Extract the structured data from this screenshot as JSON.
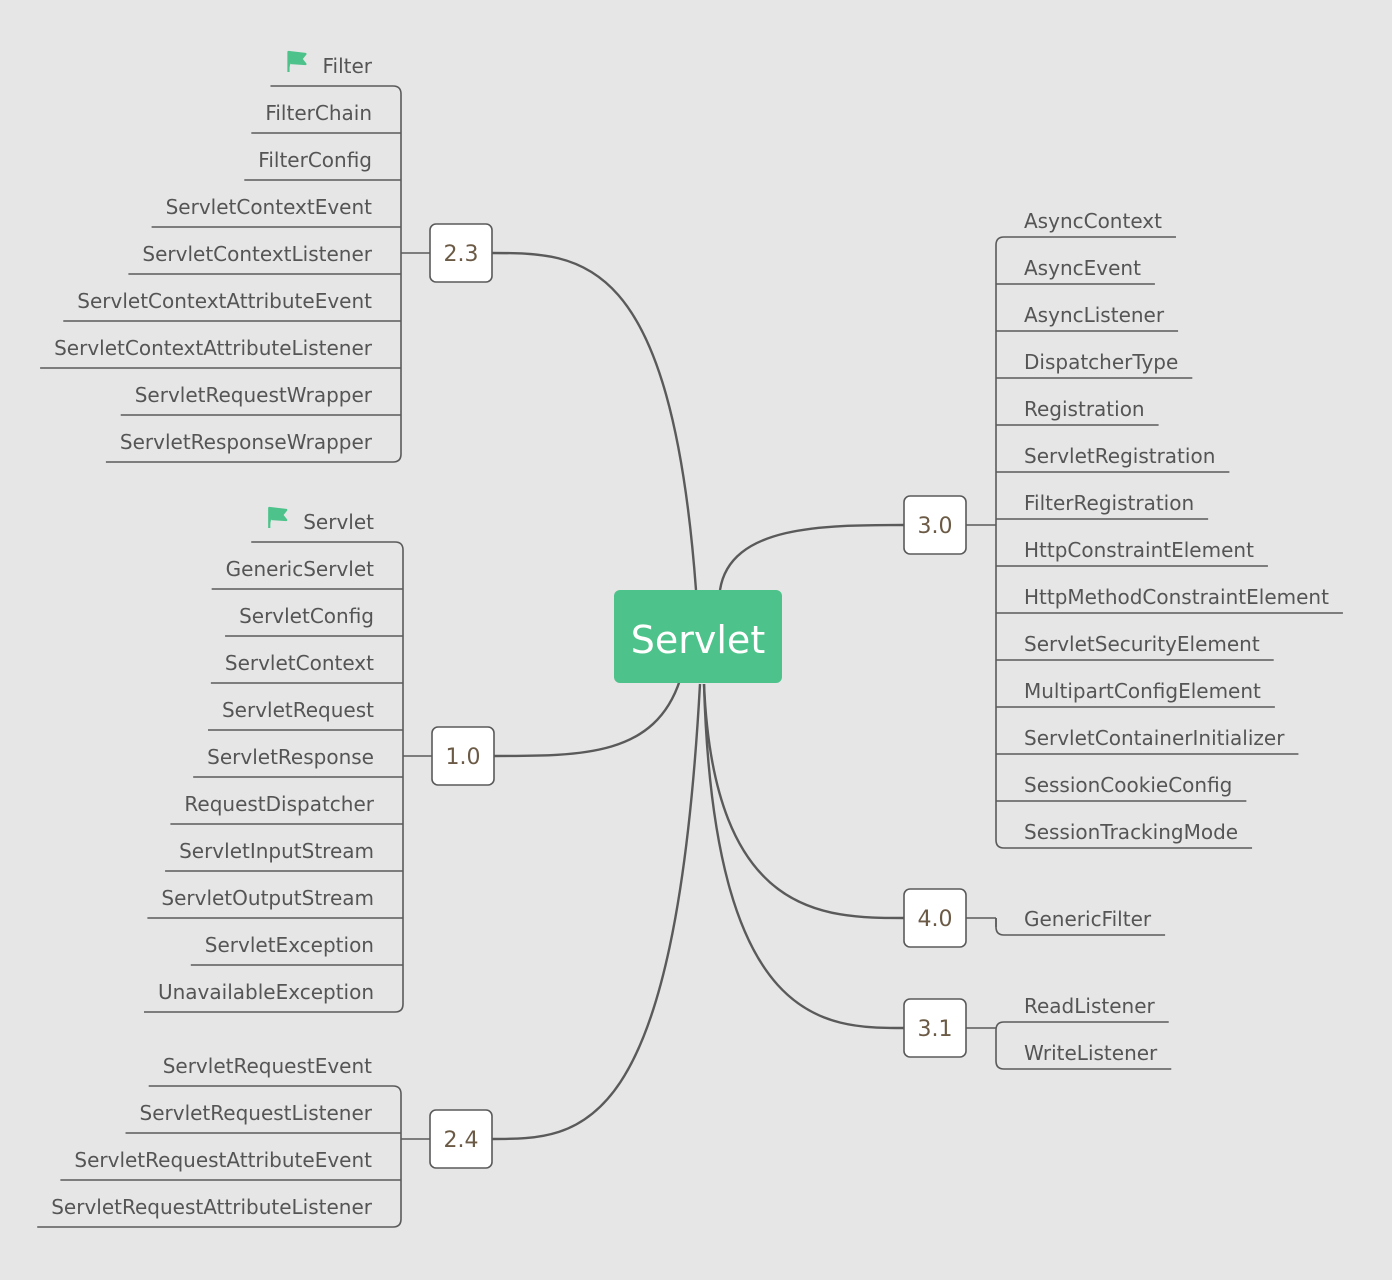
{
  "root": {
    "label": "Servlet",
    "color": "#4dc38b"
  },
  "colors": {
    "background": "#e6e6e6",
    "line": "#5a5a5a",
    "leaf_text": "#555555",
    "version_text": "#6b5a45",
    "flag": "#4dc38b"
  },
  "branches": [
    {
      "id": "v2-3",
      "version": "2.3",
      "side": "left",
      "items": [
        {
          "label": "Filter",
          "flag": true
        },
        {
          "label": "FilterChain"
        },
        {
          "label": "FilterConfig"
        },
        {
          "label": "ServletContextEvent"
        },
        {
          "label": "ServletContextListener"
        },
        {
          "label": "ServletContextAttributeEvent"
        },
        {
          "label": "ServletContextAttributeListener"
        },
        {
          "label": "ServletRequestWrapper"
        },
        {
          "label": "ServletResponseWrapper"
        }
      ]
    },
    {
      "id": "v1-0",
      "version": "1.0",
      "side": "left",
      "items": [
        {
          "label": "Servlet",
          "flag": true
        },
        {
          "label": "GenericServlet"
        },
        {
          "label": "ServletConfig"
        },
        {
          "label": "ServletContext"
        },
        {
          "label": "ServletRequest"
        },
        {
          "label": "ServletResponse"
        },
        {
          "label": "RequestDispatcher"
        },
        {
          "label": "ServletInputStream"
        },
        {
          "label": "ServletOutputStream"
        },
        {
          "label": "ServletException"
        },
        {
          "label": "UnavailableException"
        }
      ]
    },
    {
      "id": "v2-4",
      "version": "2.4",
      "side": "left",
      "items": [
        {
          "label": "ServletRequestEvent"
        },
        {
          "label": "ServletRequestListener"
        },
        {
          "label": "ServletRequestAttributeEvent"
        },
        {
          "label": "ServletRequestAttributeListener"
        }
      ]
    },
    {
      "id": "v3-0",
      "version": "3.0",
      "side": "right",
      "items": [
        {
          "label": "AsyncContext"
        },
        {
          "label": "AsyncEvent"
        },
        {
          "label": "AsyncListener"
        },
        {
          "label": "DispatcherType"
        },
        {
          "label": "Registration"
        },
        {
          "label": "ServletRegistration"
        },
        {
          "label": "FilterRegistration"
        },
        {
          "label": "HttpConstraintElement"
        },
        {
          "label": "HttpMethodConstraintElement"
        },
        {
          "label": "ServletSecurityElement"
        },
        {
          "label": "MultipartConfigElement"
        },
        {
          "label": "ServletContainerInitializer"
        },
        {
          "label": "SessionCookieConfig"
        },
        {
          "label": "SessionTrackingMode"
        }
      ]
    },
    {
      "id": "v4-0",
      "version": "4.0",
      "side": "right",
      "items": [
        {
          "label": "GenericFilter"
        }
      ]
    },
    {
      "id": "v3-1",
      "version": "3.1",
      "side": "right",
      "items": [
        {
          "label": "ReadListener"
        },
        {
          "label": "WriteListener"
        }
      ]
    }
  ]
}
